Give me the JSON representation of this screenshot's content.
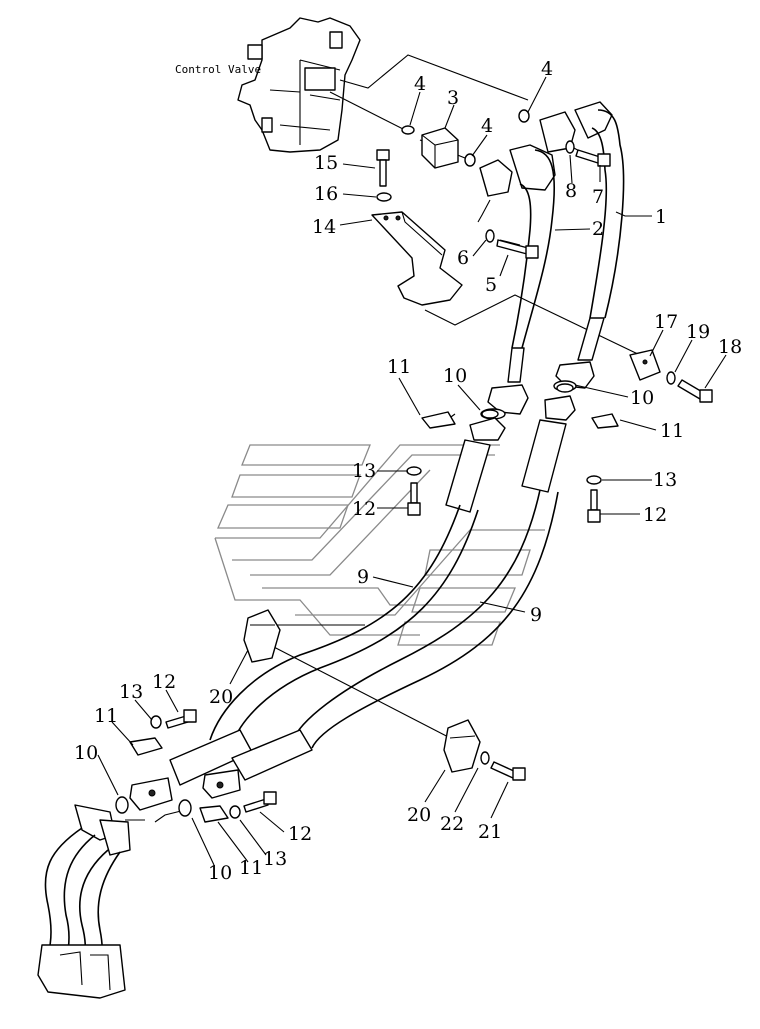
{
  "title_label": "Control Valve",
  "callouts": [
    "1",
    "2",
    "3",
    "4",
    "5",
    "6",
    "7",
    "8",
    "9",
    "10",
    "11",
    "12",
    "13",
    "14",
    "15",
    "16",
    "17",
    "18",
    "19",
    "20",
    "21",
    "22"
  ]
}
